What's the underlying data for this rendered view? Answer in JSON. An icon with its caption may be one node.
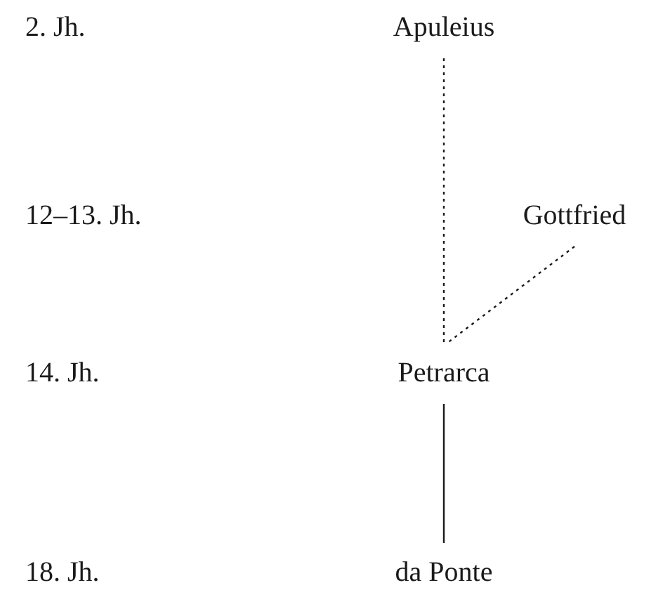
{
  "diagram": {
    "nodes": [
      {
        "text": [
          "Apuleius"
        ]
      },
      {
        "text": [
          "Gottfried"
        ]
      },
      {
        "text": [
          "Petrarca"
        ]
      },
      {
        "text": [
          "da Ponte"
        ]
      }
    ],
    "edges": [
      {
        "from": 0,
        "to": 2,
        "arrow": "none",
        "style": "dashed"
      },
      {
        "from": 1,
        "to": 2,
        "arrow": "none",
        "style": "dashed"
      },
      {
        "from": 2,
        "to": 3,
        "arrow": "none"
      }
    ],
    "labels": [
      "2. Jh.",
      "12–13. Jh.",
      "14. Jh.",
      "18. Jh."
    ]
  }
}
